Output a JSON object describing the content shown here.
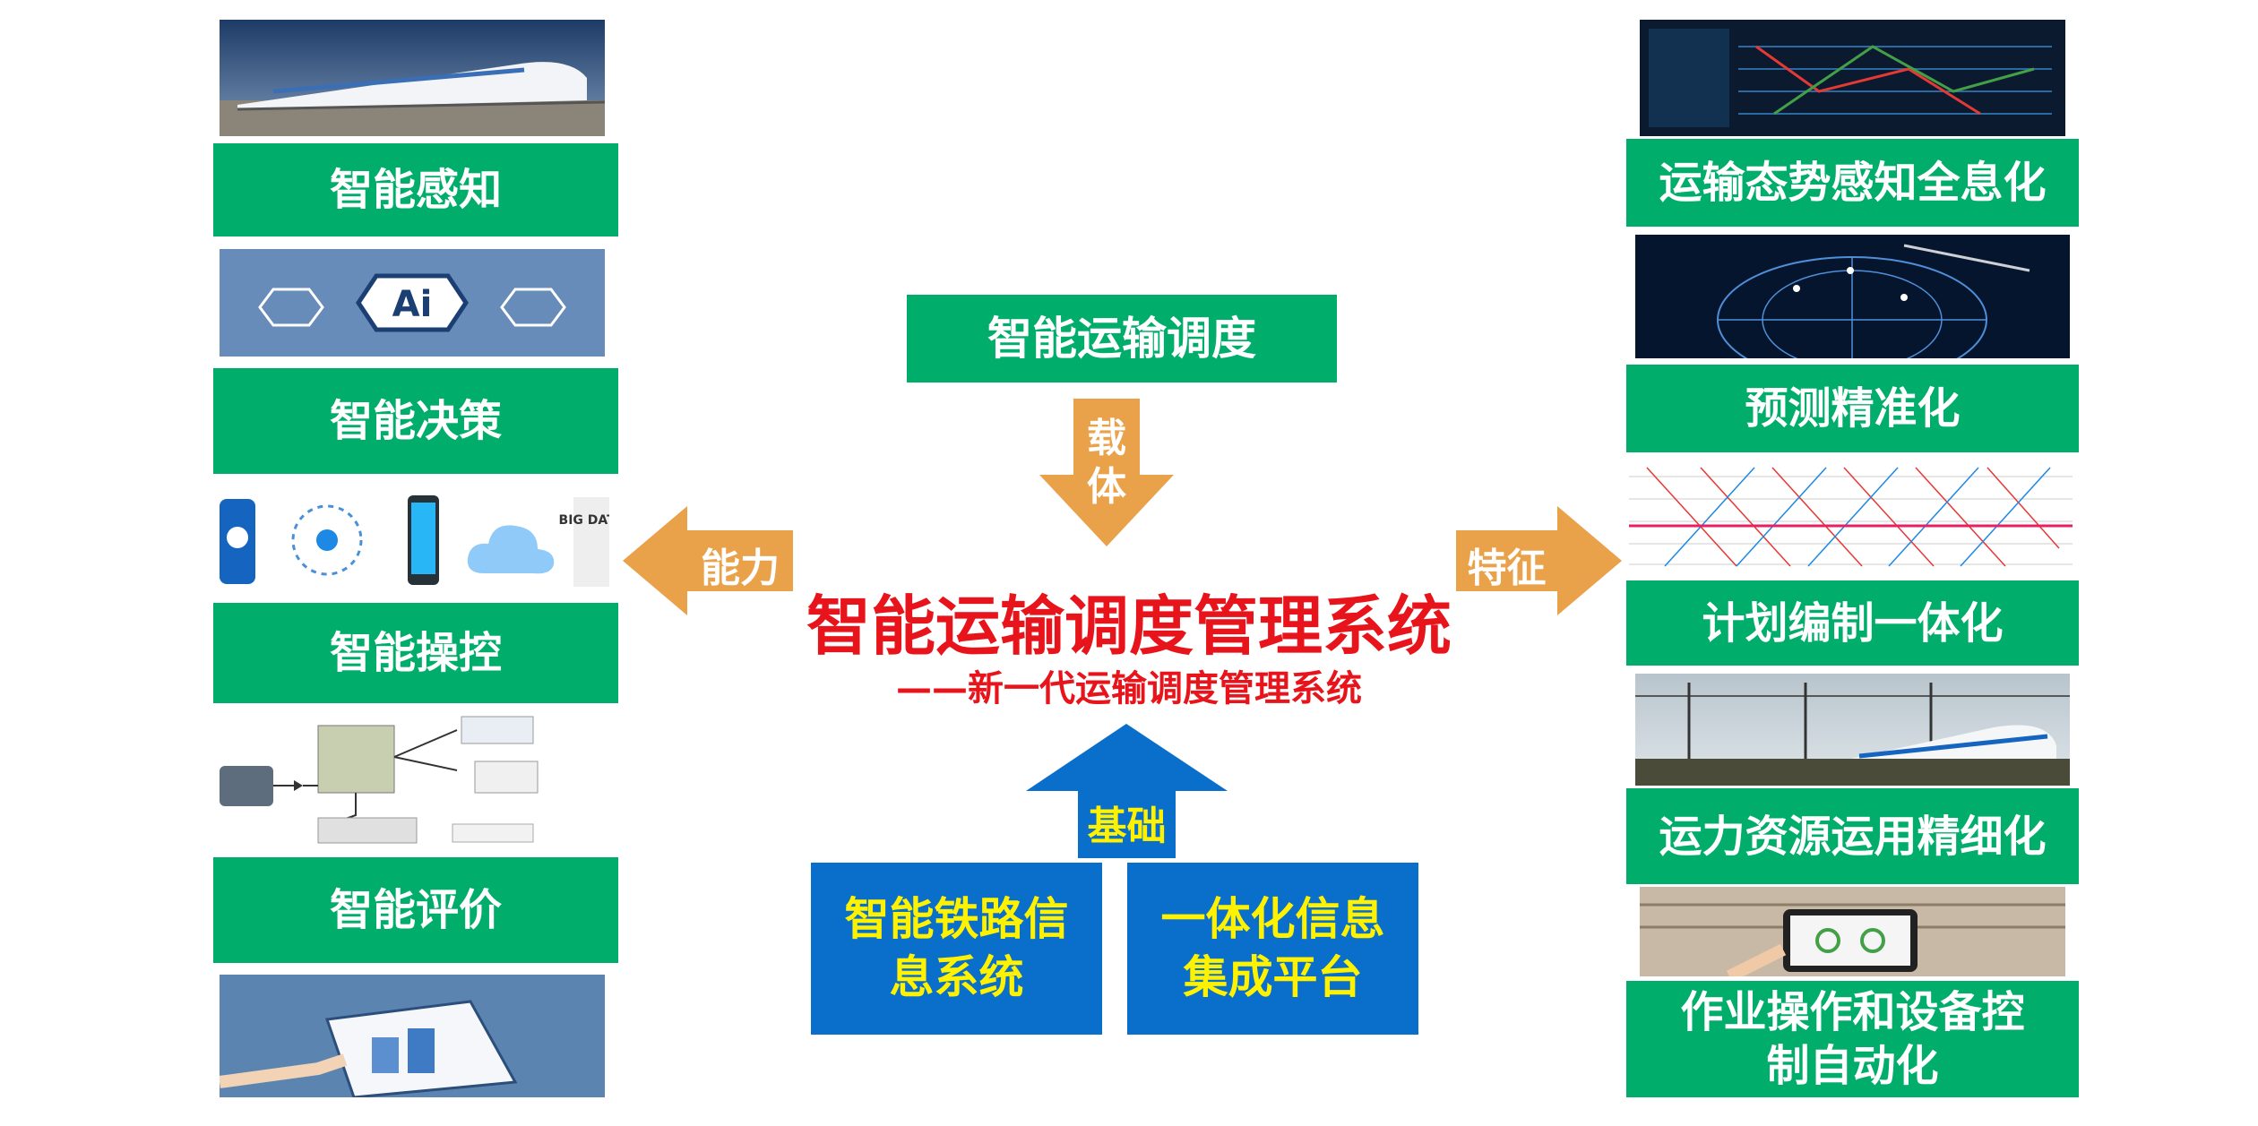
{
  "left_column": {
    "items": [
      {
        "label": "智能感知"
      },
      {
        "label": "智能决策"
      },
      {
        "label": "智能操控"
      },
      {
        "label": "智能评价"
      }
    ],
    "ai_image_text": "Ai",
    "big_data_text": "BIG DATA"
  },
  "center": {
    "top_box": "智能运输调度",
    "carrier_arrow": "载体",
    "main_title": "智能运输调度管理系统",
    "subtitle": "——新一代运输调度管理系统",
    "foundation_arrow": "基础",
    "foundation_boxes": [
      {
        "text": "智能铁路信\n息系统"
      },
      {
        "text": "一体化信息\n集成平台"
      }
    ],
    "ability_arrow": "能力",
    "feature_arrow": "特征"
  },
  "right_column": {
    "items": [
      {
        "label": "运输态势感知全息化"
      },
      {
        "label": "预测精准化"
      },
      {
        "label": "计划编制一体化"
      },
      {
        "label": "运力资源运用精细化"
      },
      {
        "label": "作业操作和设备控制自动化"
      }
    ]
  },
  "colors": {
    "green": "#00AD6B",
    "blue": "#0A6ECB",
    "orange": "#E9A24A",
    "red": "#E8141B",
    "yellow": "#FFF200"
  }
}
